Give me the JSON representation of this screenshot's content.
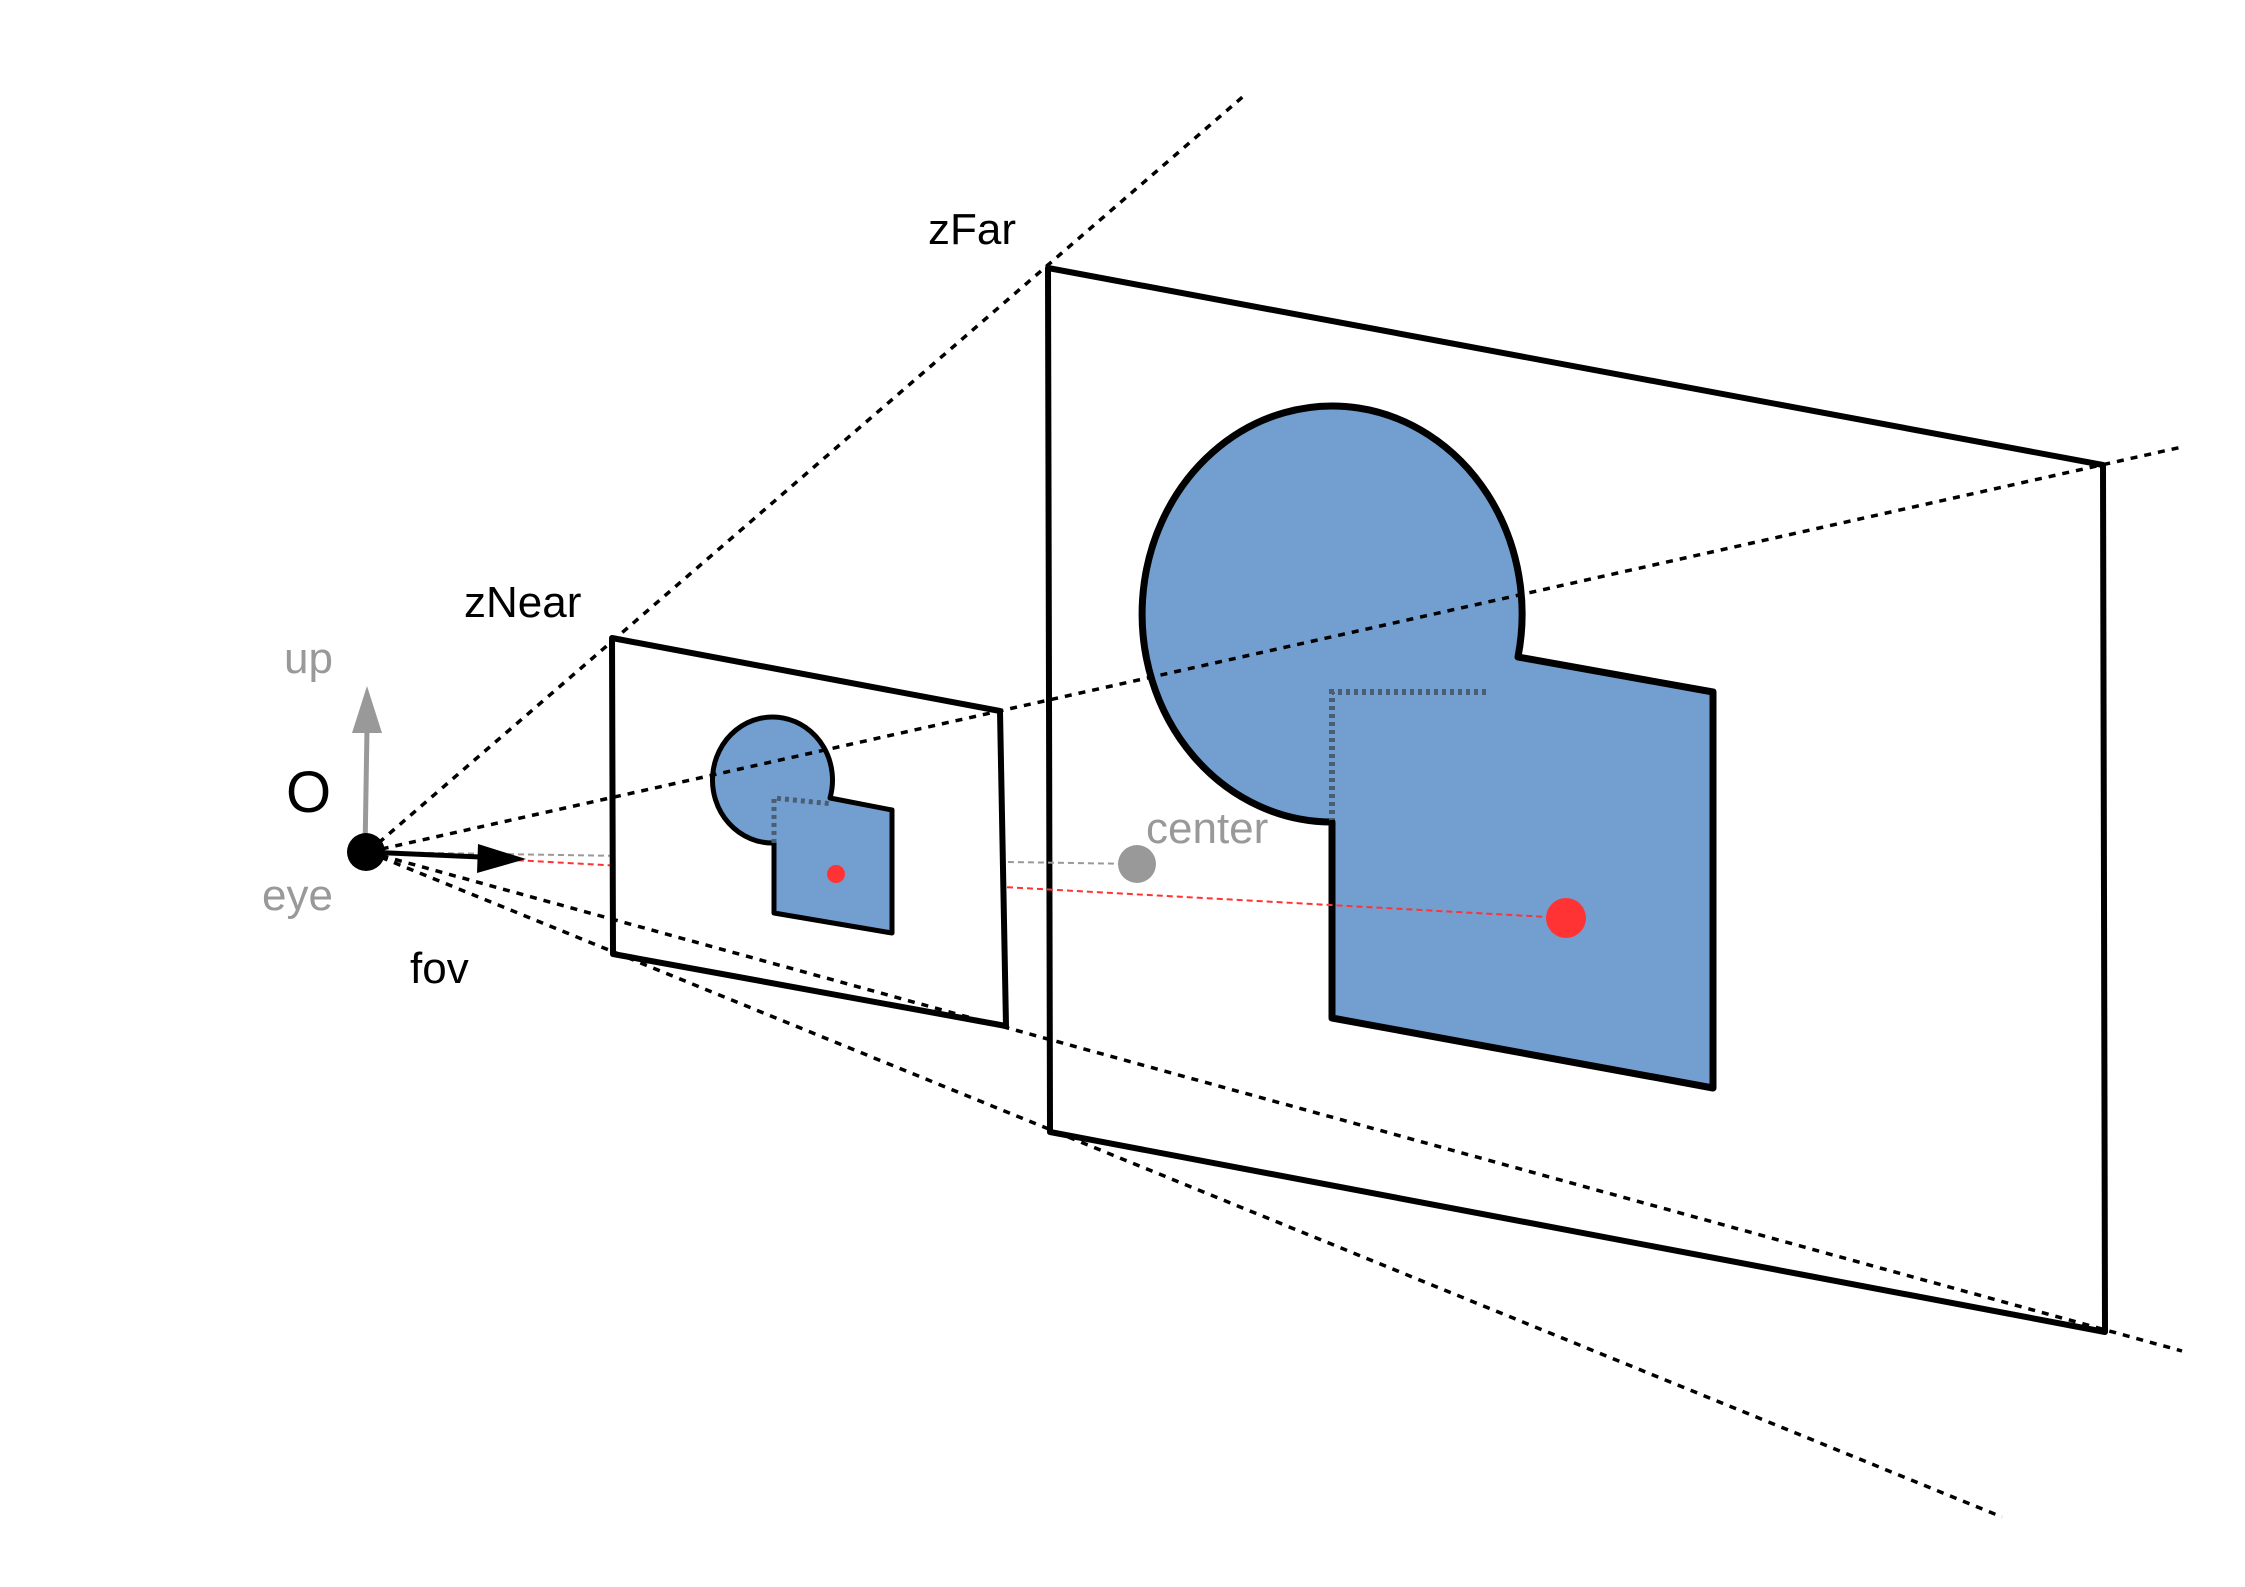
{
  "labels": {
    "z_far": "zFar",
    "z_near": "zNear",
    "up": "up",
    "origin": "O",
    "eye": "eye",
    "fov": "fov",
    "center": "center"
  },
  "colors": {
    "object_fill": "#729fcf",
    "target_point": "#ff3333",
    "center_point": "#999999",
    "muted_text": "#999999",
    "stroke": "#000000"
  },
  "icons": {
    "up_vector": "arrow-up-icon",
    "view_direction": "arrow-right-icon"
  }
}
